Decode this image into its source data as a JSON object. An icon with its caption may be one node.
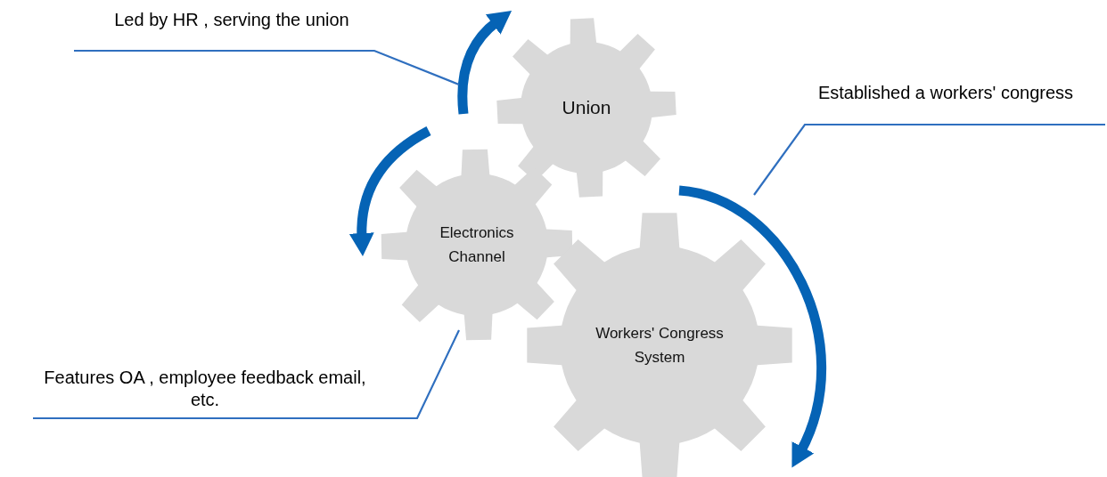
{
  "diagram": {
    "nodes": [
      {
        "text": [
          "Union"
        ]
      },
      {
        "text": [
          "Electronics Channel"
        ]
      },
      {
        "text": [
          "Workers' Congress System"
        ]
      },
      {
        "text": [
          "Led by HR , serving the union"
        ]
      },
      {
        "text": [
          "Established a workers' congress"
        ]
      },
      {
        "text": [
          "Features OA , employee feedback email, etc."
        ]
      },
      {
        "text": [],
        "shape": "arrow"
      },
      {
        "text": [],
        "shape": "arrow"
      }
    ],
    "edges": [
      {
        "from": 3,
        "to": 6,
        "arrow": "none"
      },
      {
        "from": 4,
        "to": 7,
        "arrow": "none"
      },
      {
        "from": 5,
        "to": 1,
        "arrow": "none"
      }
    ]
  }
}
